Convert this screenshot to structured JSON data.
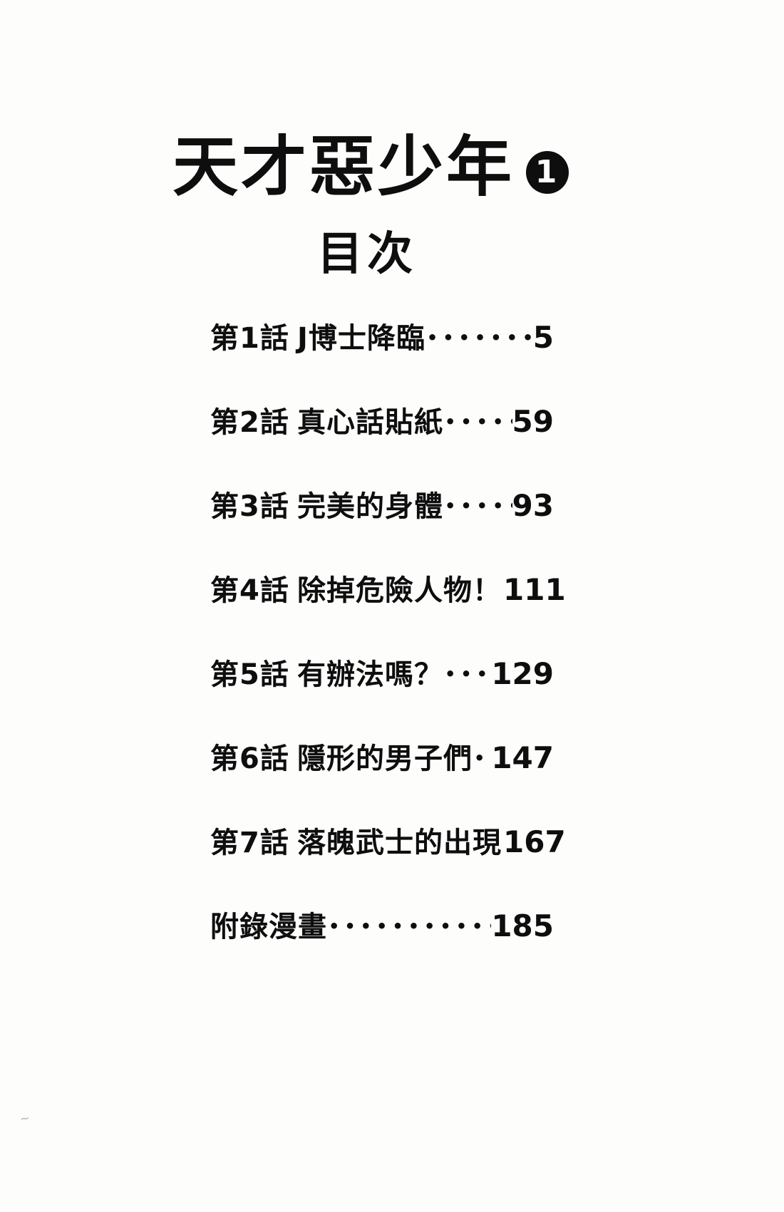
{
  "book": {
    "title": "天才惡少年",
    "volume_number": "1",
    "toc_heading": "目次"
  },
  "toc": {
    "rows": [
      {
        "chapter": "第1話",
        "title": "J博士降臨",
        "leader": "••••••••••••••••••••••••••••••",
        "page": "5"
      },
      {
        "chapter": "第2話",
        "title": "真心話貼紙",
        "leader": "••••••••••••••••••••••••••••••",
        "page": "59"
      },
      {
        "chapter": "第3話",
        "title": "完美的身體",
        "leader": "••••••••••••••••••••••••••••••",
        "page": "93"
      },
      {
        "chapter": "第4話",
        "title": "除掉危險人物！",
        "leader": "••••••••••••••••••••••••••••••",
        "page": "111"
      },
      {
        "chapter": "第5話",
        "title": "有辦法嗎？",
        "leader": "••••••••••••••••••••••••••••••",
        "page": "129"
      },
      {
        "chapter": "第6話",
        "title": "隱形的男子們",
        "leader": "••••••••••••••••••••••••••••••",
        "page": "147"
      },
      {
        "chapter": "第7話",
        "title": "落魄武士的出現",
        "leader": "••••••••••••••••••••••••••••••",
        "page": "167"
      },
      {
        "chapter": "",
        "title": "附錄漫畫",
        "leader": "••••••••••••••••••••••••••••••",
        "page": "185"
      }
    ]
  },
  "artifact": {
    "mark": "~"
  },
  "colors": {
    "ink": "#0e0e0e",
    "paper": "#fdfdfc",
    "badge_bg": "#0e0e0e",
    "badge_fg": "#ffffff"
  }
}
